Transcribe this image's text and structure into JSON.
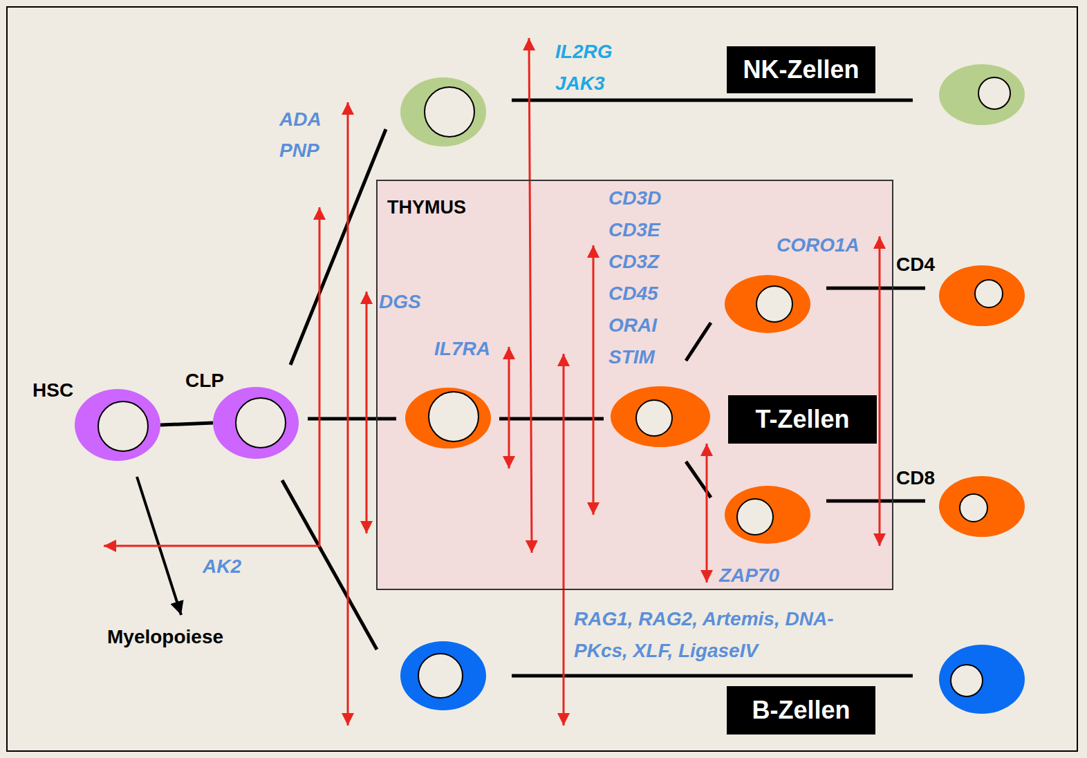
{
  "diagram": {
    "nodes": [
      {
        "text": [
          "NK-Zellen"
        ]
      },
      {
        "text": [
          "THYMUS"
        ]
      },
      {
        "text": [
          "T-Zellen"
        ],
        "in": 1
      },
      {
        "text": [
          "HSC"
        ]
      },
      {
        "text": [
          "CLP"
        ]
      },
      {
        "text": [
          "B-Zellen"
        ]
      }
    ],
    "edges": [
      {
        "from": 3,
        "to": 4,
        "arrow": "none"
      }
    ],
    "labels": [
      "IL2RG",
      "JAK3",
      "ADA",
      "PNP",
      "CD3D",
      "CD3E",
      "CD3Z",
      "CD45",
      "ORAI",
      "STIM",
      "CORO1A",
      "CD4",
      "DGS",
      "IL7RA",
      "CD8",
      "AK2",
      "ZAP70",
      "Myelopoiese",
      "RAG1, RAG2, Artemis, DNA-PKcs, XLF, LigaseIV"
    ]
  }
}
